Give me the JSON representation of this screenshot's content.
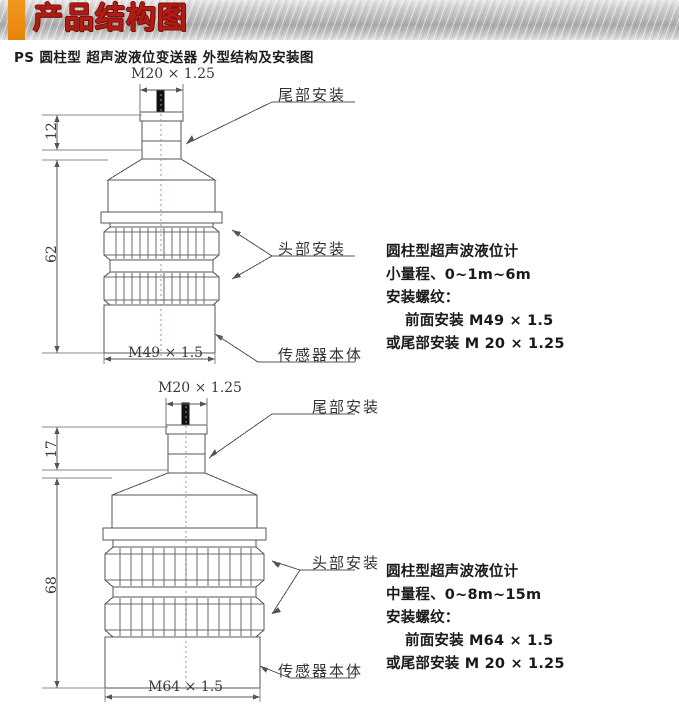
{
  "header": {
    "title": "产品结构图",
    "accent_color": "#ef8d13",
    "title_color": "#b01c14"
  },
  "subtitle": "PS 圆柱型 超声波液位变送器 外型结构及安装图",
  "diagram1": {
    "top_thread": "M20 × 1.25",
    "dim_top": "12",
    "dim_body": "62",
    "dim_width": "M49 × 1.5",
    "label_tail": "尾部安装",
    "label_head": "头部安装",
    "label_body": "传感器本体"
  },
  "diagram2": {
    "top_thread": "M20 × 1.25",
    "dim_top": "17",
    "dim_body": "68",
    "dim_width": "M64 × 1.5",
    "label_tail": "尾部安装",
    "label_head": "头部安装",
    "label_body": "传感器本体"
  },
  "spec1": {
    "line1": "圆柱型超声波液位计",
    "line2": "小量程、0~1m~6m",
    "line3": "安装螺纹：",
    "line4": "前面安装 M49 × 1.5",
    "line5": "或尾部安装 M 20 × 1.25"
  },
  "spec2": {
    "line1": "圆柱型超声波液位计",
    "line2": "中量程、0~8m~15m",
    "line3": "安装螺纹：",
    "line4": "前面安装 M64 × 1.5",
    "line5": "或尾部安装 M 20 × 1.25"
  }
}
